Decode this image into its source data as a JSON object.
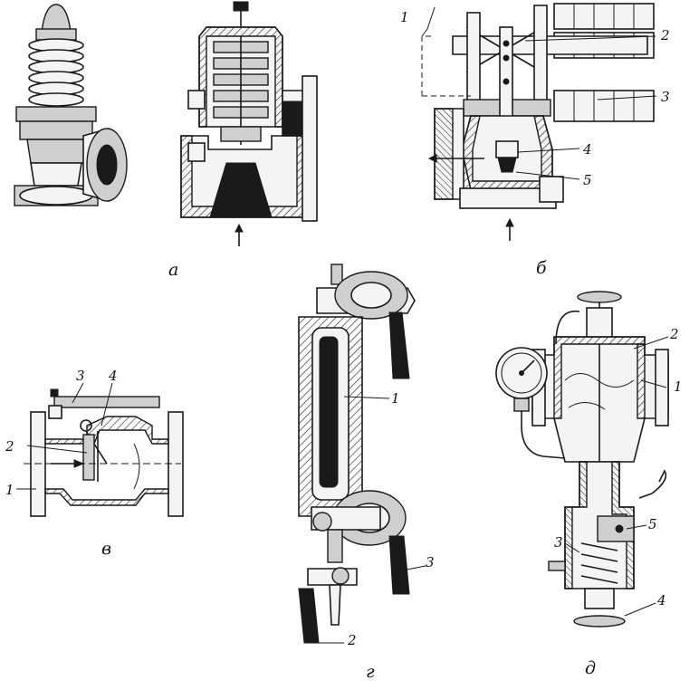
{
  "panels": {
    "a": {
      "caption": "а"
    },
    "b": {
      "caption": "б",
      "labels": [
        "1",
        "2",
        "3",
        "4",
        "5"
      ]
    },
    "v": {
      "caption": "в",
      "labels": [
        "1",
        "2",
        "3",
        "4"
      ]
    },
    "g": {
      "caption": "г",
      "labels": [
        "1",
        "2",
        "3"
      ]
    },
    "d": {
      "caption": "д",
      "labels": [
        "1",
        "2",
        "3",
        "4",
        "5"
      ]
    }
  },
  "colors": {
    "ink": "#1a1a1a",
    "paper": "#ffffff",
    "shade": "#cfcfcf"
  }
}
